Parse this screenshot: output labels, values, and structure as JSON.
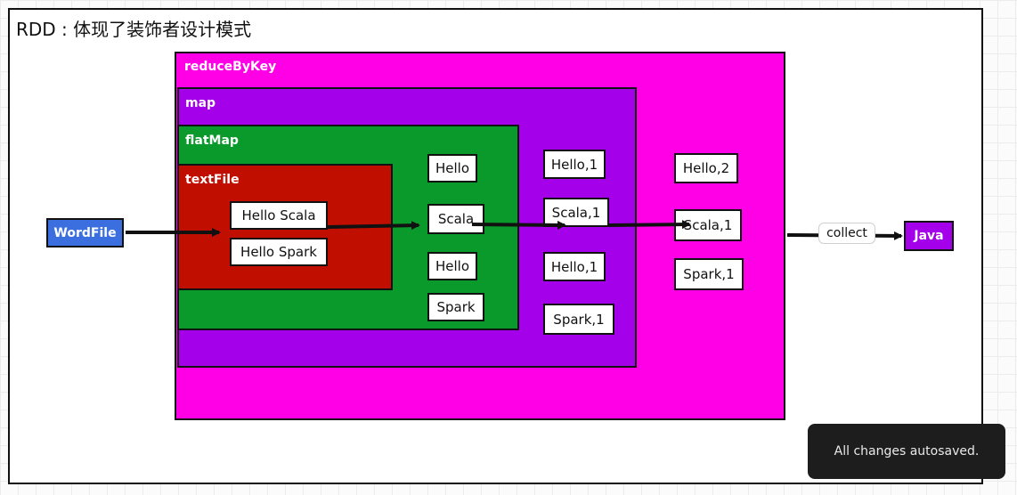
{
  "title": "RDD : 体现了装饰者设计模式",
  "layers": {
    "reduceByKey": {
      "label": "reduceByKey",
      "color": "#ff00e6"
    },
    "map": {
      "label": "map",
      "color": "#a400ea"
    },
    "flatMap": {
      "label": "flatMap",
      "color": "#0a9a2c"
    },
    "textFile": {
      "label": "textFile",
      "color": "#c00f00"
    }
  },
  "source_node": {
    "label": "WordFile",
    "color": "#3b6fe0"
  },
  "target_node": {
    "label": "Java",
    "color": "#a400ea"
  },
  "collect_label": "collect",
  "textFile_items": [
    "Hello Scala",
    "Hello Spark"
  ],
  "flatMap_items": [
    "Hello",
    "Scala",
    "Hello",
    "Spark"
  ],
  "map_items": [
    "Hello,1",
    "Scala,1",
    "Hello,1",
    "Spark,1"
  ],
  "reduce_items": [
    "Hello,2",
    "Scala,1",
    "Spark,1"
  ],
  "toast": "All changes autosaved."
}
